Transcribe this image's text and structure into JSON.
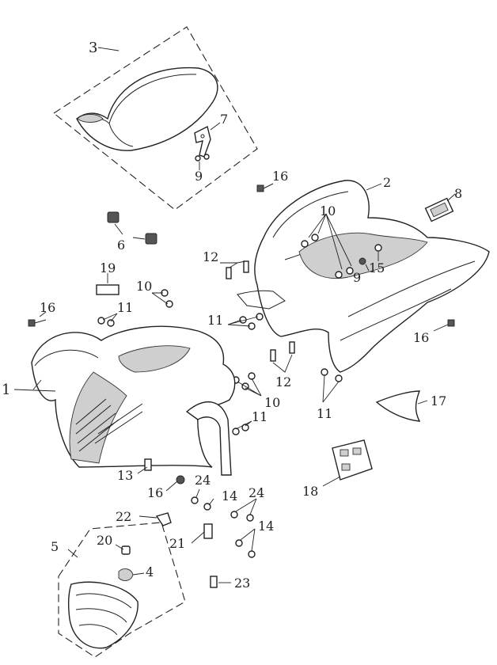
{
  "labels": [
    {
      "id": "1",
      "text": "1"
    },
    {
      "id": "2",
      "text": "2"
    },
    {
      "id": "3",
      "text": "3"
    },
    {
      "id": "4",
      "text": "4"
    },
    {
      "id": "5",
      "text": "5"
    },
    {
      "id": "6",
      "text": "6"
    },
    {
      "id": "7",
      "text": "7"
    },
    {
      "id": "8",
      "text": "8"
    },
    {
      "id": "9a",
      "text": "9"
    },
    {
      "id": "9b",
      "text": "9"
    },
    {
      "id": "10a",
      "text": "10"
    },
    {
      "id": "10b",
      "text": "10"
    },
    {
      "id": "10c",
      "text": "10"
    },
    {
      "id": "11a",
      "text": "11"
    },
    {
      "id": "11b",
      "text": "11"
    },
    {
      "id": "11c",
      "text": "11"
    },
    {
      "id": "11d",
      "text": "11"
    },
    {
      "id": "12a",
      "text": "12"
    },
    {
      "id": "12b",
      "text": "12"
    },
    {
      "id": "13",
      "text": "13"
    },
    {
      "id": "14a",
      "text": "14"
    },
    {
      "id": "14b",
      "text": "14"
    },
    {
      "id": "15",
      "text": "15"
    },
    {
      "id": "16a",
      "text": "16"
    },
    {
      "id": "16b",
      "text": "16"
    },
    {
      "id": "16c",
      "text": "16"
    },
    {
      "id": "16d",
      "text": "16"
    },
    {
      "id": "17",
      "text": "17"
    },
    {
      "id": "18",
      "text": "18"
    },
    {
      "id": "19",
      "text": "19"
    },
    {
      "id": "20",
      "text": "20"
    },
    {
      "id": "21",
      "text": "21"
    },
    {
      "id": "22",
      "text": "22"
    },
    {
      "id": "23",
      "text": "23"
    },
    {
      "id": "24a",
      "text": "24"
    },
    {
      "id": "24b",
      "text": "24"
    }
  ]
}
